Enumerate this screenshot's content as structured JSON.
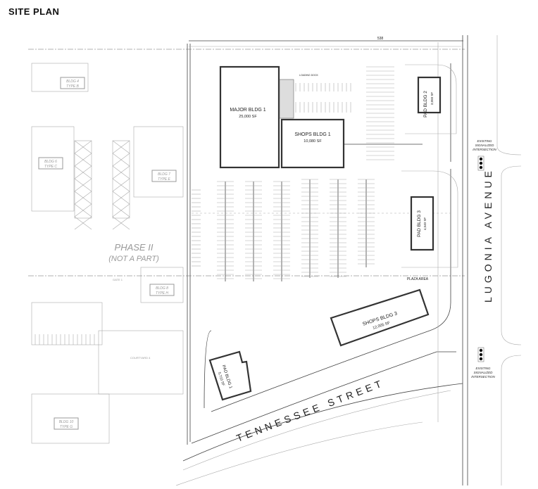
{
  "title": "SITE PLAN",
  "dimension_top": "538",
  "buildings": {
    "major_1": {
      "name": "MAJOR BLDG 1",
      "area": "25,000 SF"
    },
    "shops_1": {
      "name": "SHOPS BLDG 1",
      "area": "10,080 SF"
    },
    "pad_2": {
      "name": "PAD BLDG 2",
      "area": "3,050 SF"
    },
    "pad_3": {
      "name": "PAD BLDG 3",
      "area": "4,540 SF"
    },
    "shops_3": {
      "name": "SHOPS BLDG 3",
      "area": "12,005 SF"
    },
    "pad_1": {
      "name": "PAD BLDG 1",
      "area": "5,710 SF"
    }
  },
  "labels": {
    "plaza_area": "PLAZA AREA",
    "loading_dock": "LOADING DOCK",
    "phase_ii": "PHASE II",
    "not_a_part": "(NOT A PART)",
    "gate": "GATE 1",
    "courtyard": "COURTYARD 4"
  },
  "phase_ii_buildings": [
    {
      "name": "BLDG 4",
      "type": "TYPE B"
    },
    {
      "name": "BLDG 6",
      "type": "TYPE C"
    },
    {
      "name": "BLDG 7",
      "type": "TYPE E"
    },
    {
      "name": "BLDG 8",
      "type": "TYPE H"
    },
    {
      "name": "BLDG 10",
      "type": "TYPE G"
    }
  ],
  "streets": {
    "lugonia": "LUGONIA AVENUE",
    "tennessee": "TENNESSEE STREET"
  },
  "intersections": [
    {
      "line1": "EXISTING",
      "line2": "SIGNALIZED",
      "line3": "INTERSECTION"
    },
    {
      "line1": "EXISTING",
      "line2": "SIGNALIZED",
      "line3": "INTERSECTION"
    }
  ]
}
